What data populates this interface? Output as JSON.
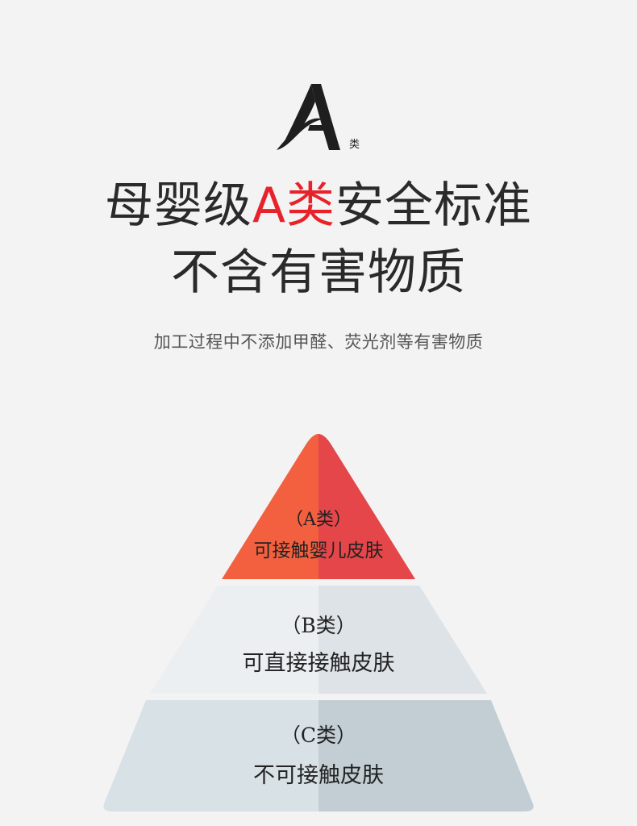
{
  "brand": {
    "logo_letter": "A",
    "logo_tag": "类",
    "logo_color": "#1e1e1e"
  },
  "headline": {
    "line1_prefix": "母婴级",
    "line1_accent": "A类",
    "line1_suffix": "安全标准",
    "line2": "不含有害物质",
    "accent_color": "#e8222a"
  },
  "subtitle": "加工过程中不添加甲醛、荧光剂等有害物质",
  "pyramid": {
    "tiers": [
      {
        "code": "（A类）",
        "desc": "可接触婴儿皮肤",
        "color_left": "#f2603f",
        "color_right": "#e4464a"
      },
      {
        "code": "（B类）",
        "desc": "可直接接触皮肤",
        "color_left": "#eceff1",
        "color_right": "#dde3e7"
      },
      {
        "code": "（C类）",
        "desc": "不可接触皮肤",
        "color_left": "#d8e1e6",
        "color_right": "#c3ced4"
      }
    ]
  }
}
